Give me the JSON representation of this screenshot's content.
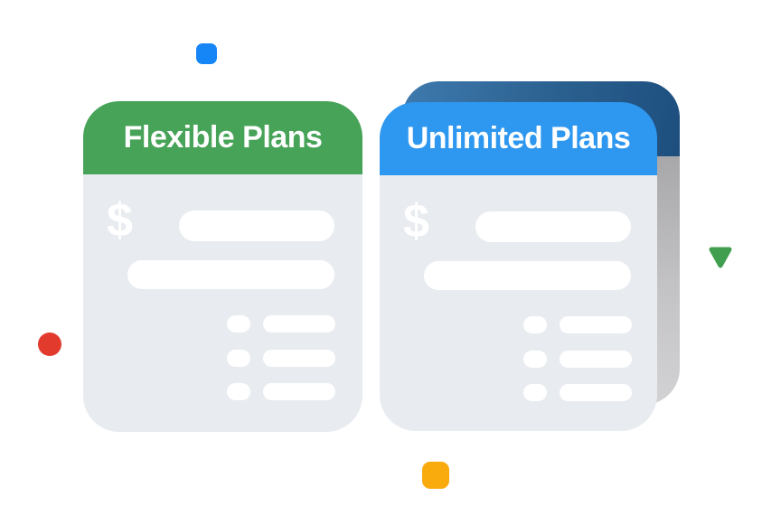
{
  "canvas": {
    "background": "#FFFFFF"
  },
  "cards": [
    {
      "title": "Flexible Plans",
      "currency_symbol": "$",
      "header_color": "#47A358",
      "body_color": "#E8EBEF"
    },
    {
      "title": "Unlimited Plans",
      "currency_symbol": "$",
      "header_color": "#2E97EF",
      "body_color": "#E8EBEF"
    }
  ],
  "back_card": {
    "header_gradient_start": "#3F7AAE",
    "header_gradient_end": "#1D4E7E",
    "body_gradient_start": "#A8A8AA",
    "body_gradient_end": "#D2D2D4"
  },
  "skeleton": {
    "price_bar_count": 2,
    "feature_row_count": 3,
    "bar_color": "#FFFFFF"
  },
  "decorations": [
    {
      "name": "blue-square",
      "color": "#1685F6"
    },
    {
      "name": "red-circle",
      "color": "#E23B2E"
    },
    {
      "name": "yellow-square",
      "color": "#F9AA0D"
    },
    {
      "name": "green-triangle-down",
      "color": "#419E4F"
    }
  ]
}
